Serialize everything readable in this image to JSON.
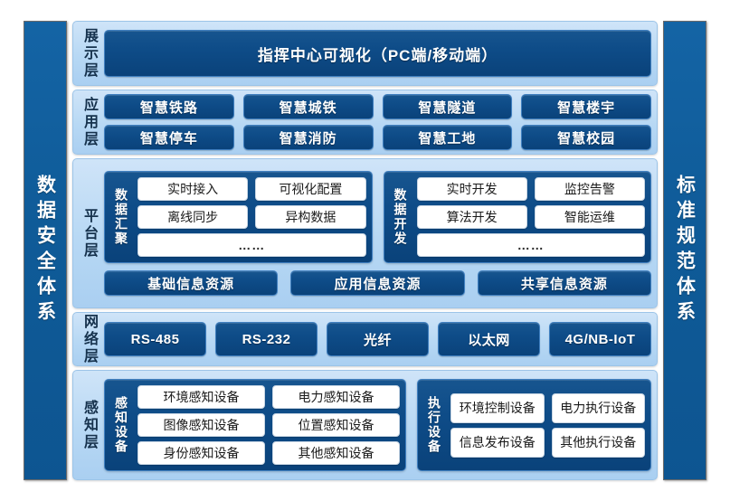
{
  "sidebars": {
    "left": {
      "label": "数据安全体系"
    },
    "right": {
      "label": "标准规范体系"
    }
  },
  "layers": {
    "display": {
      "label": "展示层",
      "item": "指挥中心可视化（PC端/移动端）"
    },
    "application": {
      "label": "应用层",
      "items": [
        "智慧铁路",
        "智慧城铁",
        "智慧隧道",
        "智慧楼宇",
        "智慧停车",
        "智慧消防",
        "智慧工地",
        "智慧校园"
      ]
    },
    "platform": {
      "label": "平台层",
      "groups": [
        {
          "label": "数据汇聚",
          "items": [
            "实时接入",
            "可视化配置",
            "离线同步",
            "异构数据"
          ],
          "more": "……"
        },
        {
          "label": "数据开发",
          "items": [
            "实时开发",
            "监控告警",
            "算法开发",
            "智能运维"
          ],
          "more": "……"
        }
      ],
      "resources": [
        "基础信息资源",
        "应用信息资源",
        "共享信息资源"
      ]
    },
    "network": {
      "label": "网络层",
      "items": [
        "RS-485",
        "RS-232",
        "光纤",
        "以太网",
        "4G/NB-IoT"
      ]
    },
    "sensing": {
      "label": "感知层",
      "groups": [
        {
          "label": "感知设备",
          "items": [
            "环境感知设备",
            "电力感知设备",
            "图像感知设备",
            "位置感知设备",
            "身份感知设备",
            "其他感知设备"
          ]
        },
        {
          "label": "执行设备",
          "items": [
            "环境控制设备",
            "电力执行设备",
            "信息发布设备",
            "其他执行设备"
          ]
        }
      ]
    }
  },
  "colors": {
    "dark_blue": "#0e4c88",
    "light_blue": "#b7d8f4",
    "pillar_blue": "#1464a5",
    "white": "#ffffff"
  }
}
